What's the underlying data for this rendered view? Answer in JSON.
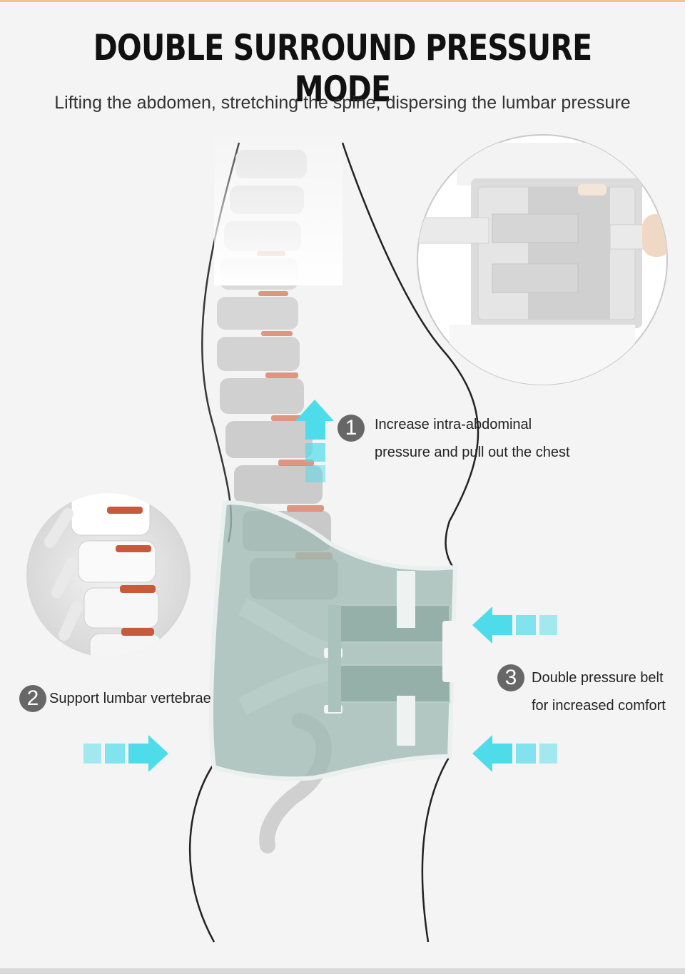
{
  "header": {
    "title": "DOUBLE SURROUND PRESSURE MODE",
    "subtitle": "Lifting the abdomen, stretching the spine, dispersing the lumbar pressure"
  },
  "callouts": [
    {
      "number": "1",
      "lines": [
        "Increase intra-abdominal",
        "pressure and pull out the chest"
      ]
    },
    {
      "number": "2",
      "lines": [
        "Support lumbar vertebrae"
      ]
    },
    {
      "number": "3",
      "lines": [
        "Double pressure belt",
        "for increased comfort"
      ]
    }
  ],
  "colors": {
    "arrow": "#4fdcea",
    "belt": "#9fbab2",
    "background": "#f4f4f4",
    "badge": "#676767",
    "disc": "#c85a3c"
  },
  "icons": [
    "up-arrow-icon",
    "right-arrow-icon",
    "left-arrow-icon"
  ]
}
